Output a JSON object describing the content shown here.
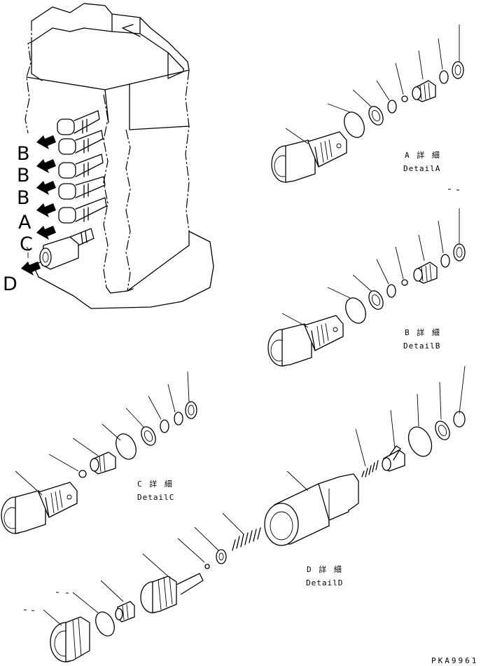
{
  "section_letters": [
    "B",
    "B",
    "B",
    "A",
    "C",
    "D"
  ],
  "details": [
    {
      "id": "a",
      "title": "A 詳 細",
      "subtitle": "DetailA"
    },
    {
      "id": "b",
      "title": "B 詳 細",
      "subtitle": "DetailB"
    },
    {
      "id": "c",
      "title": "C 詳 細",
      "subtitle": "DetailC"
    },
    {
      "id": "d",
      "title": "D 詳 細",
      "subtitle": "DetailD"
    }
  ],
  "drawing_code": "PKA9961"
}
